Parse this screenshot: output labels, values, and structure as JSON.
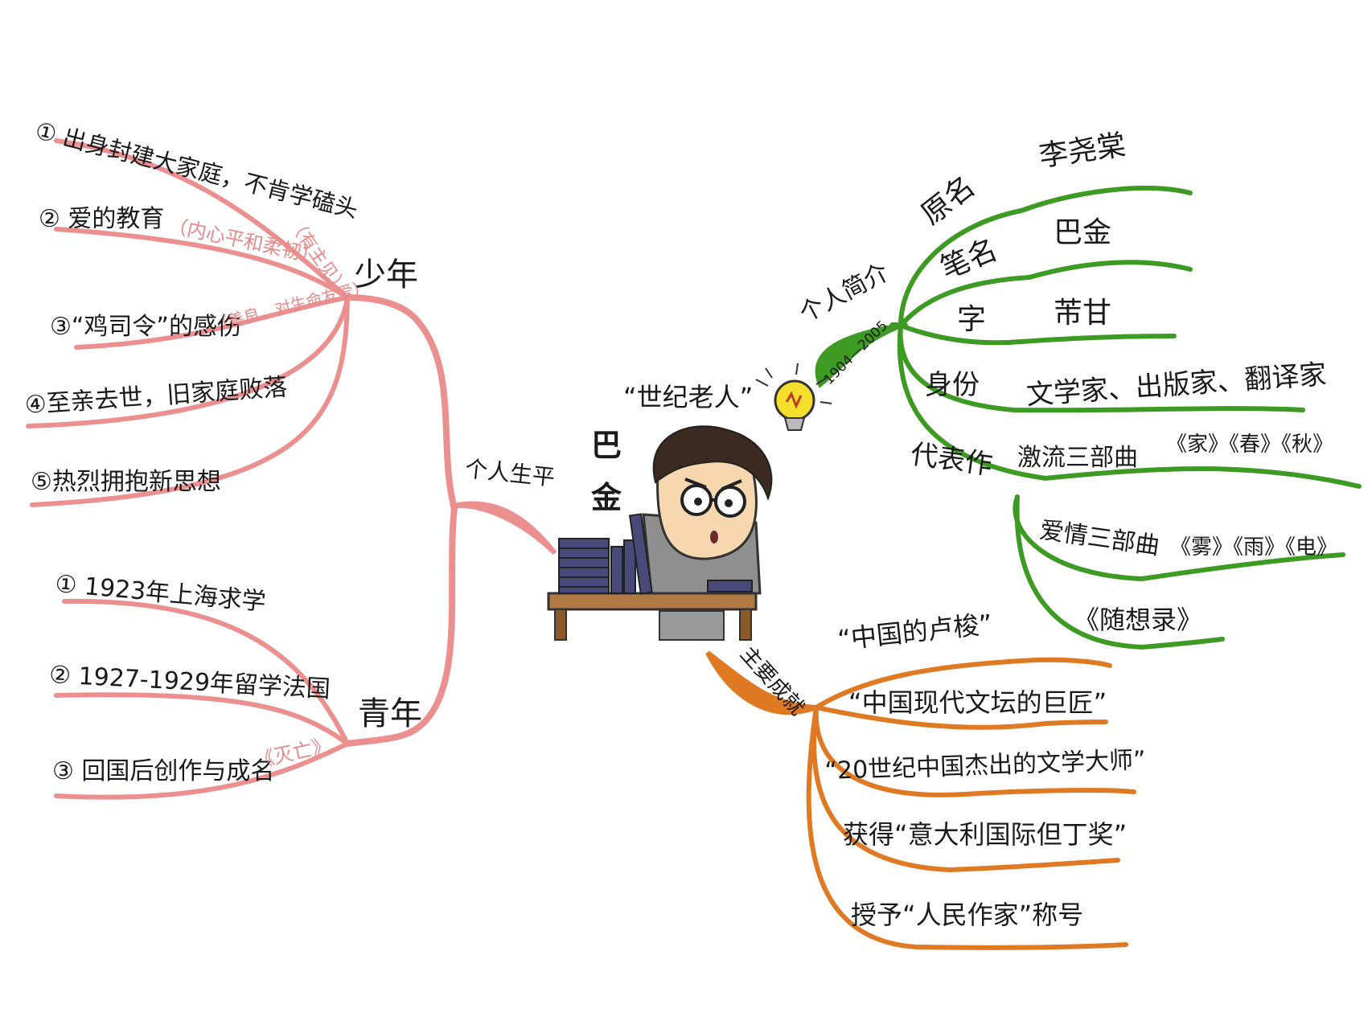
{
  "colors": {
    "pink": "#ec8f8f",
    "green": "#3d9a22",
    "orange": "#e07a22",
    "note_pink": "#e58a8a"
  },
  "center": {
    "name_top": "巴",
    "name_bottom": "金",
    "nickname": "“世纪老人”",
    "bulb_icon": "lightbulb-icon",
    "portrait_icon": "cartoon-writer-portrait"
  },
  "life": {
    "label": "个人生平",
    "youth": {
      "label": "少年",
      "items": [
        {
          "text": "① 出身封建大家庭，不肯学磕头",
          "note": "（有主见）"
        },
        {
          "text": "② 爱的教育",
          "note": "（内心平和柔韧）"
        },
        {
          "text": "③“鸡司令”的感伤",
          "note": "（善良，对生命友爱）"
        },
        {
          "text": "④至亲去世，旧家庭败落",
          "note": ""
        },
        {
          "text": "⑤热烈拥抱新思想",
          "note": ""
        }
      ]
    },
    "adult": {
      "label": "青年",
      "items": [
        {
          "text": "① 1923年上海求学",
          "note": ""
        },
        {
          "text": "② 1927-1929年留学法国",
          "note": ""
        },
        {
          "text": "③ 回国后创作与成名",
          "note": "《灭亡》"
        }
      ]
    }
  },
  "profile": {
    "label": "个人简介",
    "years": "1904—2005",
    "rows": [
      {
        "key": "原名",
        "value": "李尧棠"
      },
      {
        "key": "笔名",
        "value": "巴金"
      },
      {
        "key": "字",
        "value": "芾甘"
      },
      {
        "key": "身份",
        "value": "文学家、出版家、翻译家"
      }
    ],
    "works_key": "代表作",
    "works": [
      {
        "name": "激流三部曲",
        "titles": "《家》《春》《秋》"
      },
      {
        "name": "爱情三部曲",
        "titles": "《雾》《雨》《电》"
      },
      {
        "name": "《随想录》",
        "titles": ""
      }
    ]
  },
  "achievements": {
    "label": "主要成就",
    "items": [
      "“中国的卢梭”",
      "“中国现代文坛的巨匠”",
      "“20世纪中国杰出的文学大师”",
      "获得“意大利国际但丁奖”",
      "授予“人民作家”称号"
    ]
  }
}
